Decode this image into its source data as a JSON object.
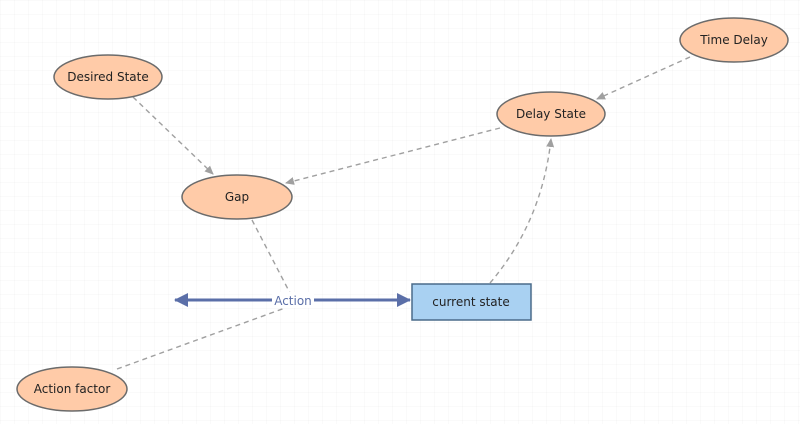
{
  "colors": {
    "stock_fill": "#a9d1f2",
    "stock_stroke": "#4a6b8a",
    "variable_fill": "#ffcba8",
    "variable_stroke": "#6b6b6b",
    "flow_color": "#5b6fa8",
    "link_color": "#a0a0a0"
  },
  "nodes": {
    "desired_state": "Desired State",
    "time_delay": "Time Delay",
    "delay_state": "Delay State",
    "gap": "Gap",
    "current_state": "current state",
    "action_factor": "Action factor"
  },
  "flow": {
    "label": "Action",
    "from": "",
    "to": "current state"
  },
  "links": [
    {
      "from": "Desired State",
      "to": "Gap"
    },
    {
      "from": "Time Delay",
      "to": "Delay State"
    },
    {
      "from": "Delay State",
      "to": "Gap"
    },
    {
      "from": "current state",
      "to": "Delay State"
    },
    {
      "from": "Gap",
      "to": "Action"
    },
    {
      "from": "Action factor",
      "to": "Action"
    }
  ]
}
